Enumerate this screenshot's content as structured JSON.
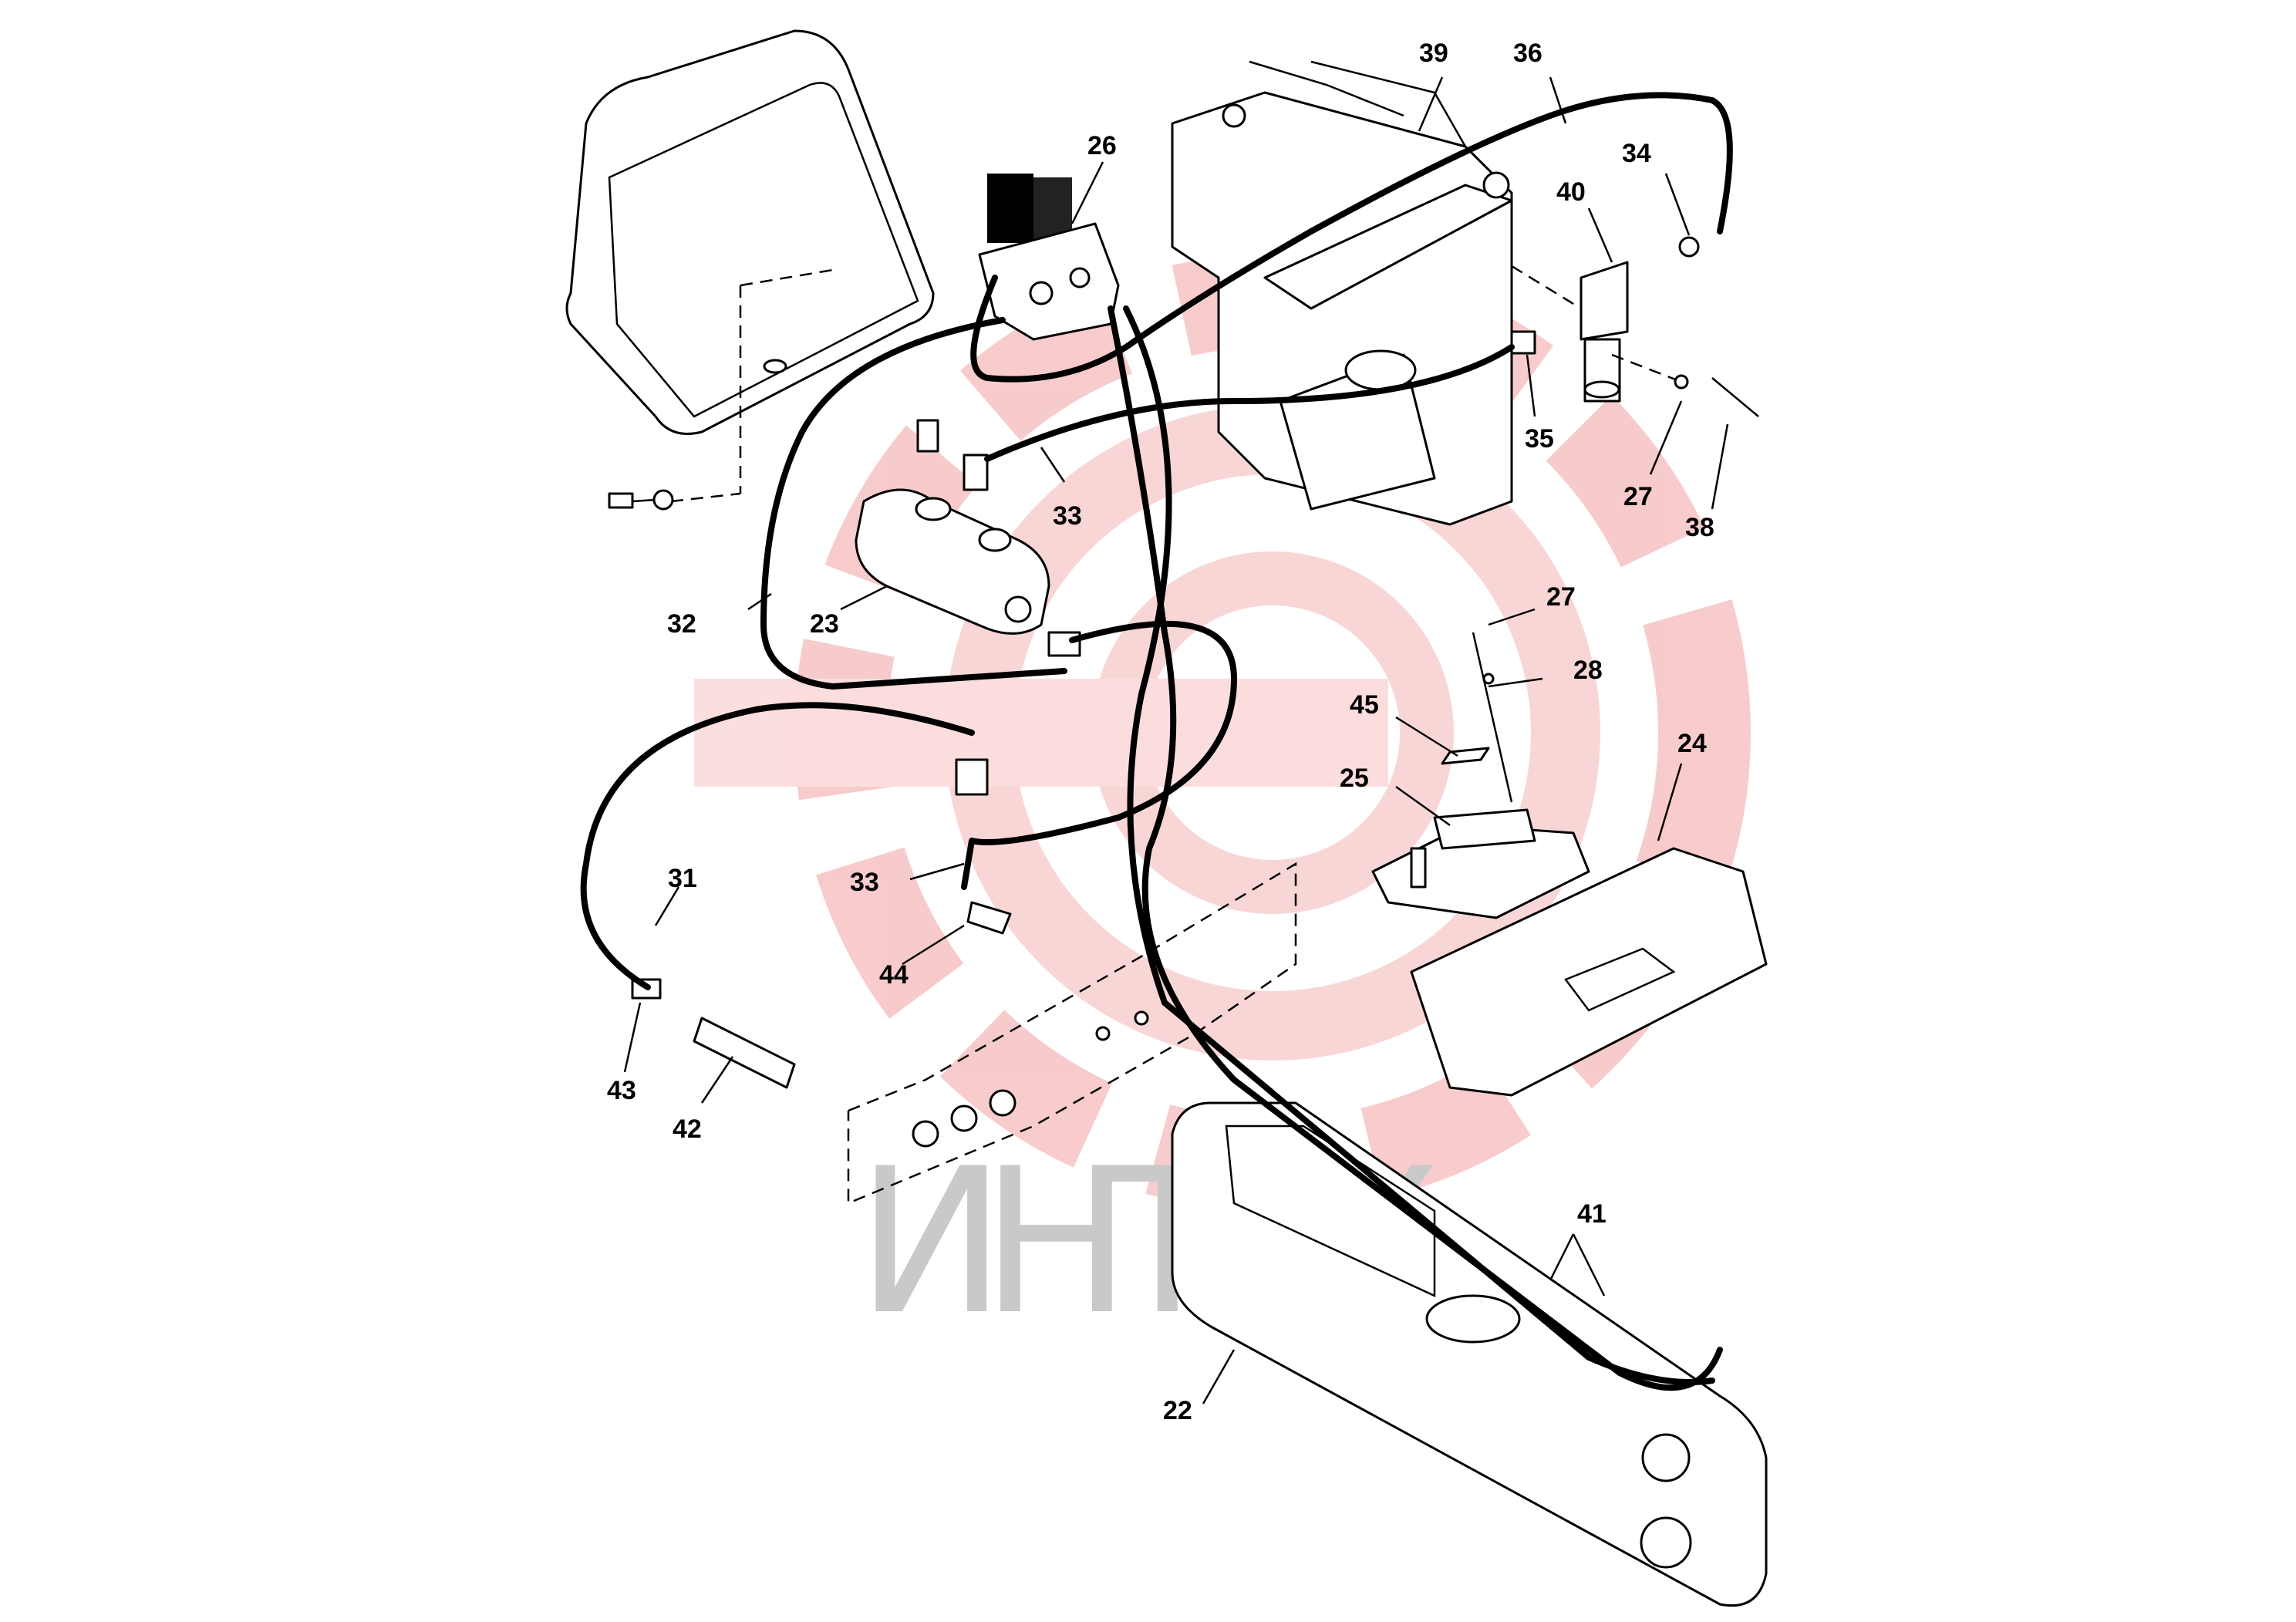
{
  "watermark": {
    "text": "ИНТЕХ",
    "color": "#c9c9c9",
    "logo_color": "#f7c6c6"
  },
  "callouts": {
    "c22": "22",
    "c23": "23",
    "c24": "24",
    "c25": "25",
    "c26": "26",
    "c27a": "27",
    "c27b": "27",
    "c28": "28",
    "c31": "31",
    "c32": "32",
    "c33a": "33",
    "c33b": "33",
    "c34": "34",
    "c35": "35",
    "c36": "36",
    "c38": "38",
    "c39": "39",
    "c40": "40",
    "c41": "41",
    "c42": "42",
    "c43": "43",
    "c44": "44",
    "c45": "45"
  }
}
